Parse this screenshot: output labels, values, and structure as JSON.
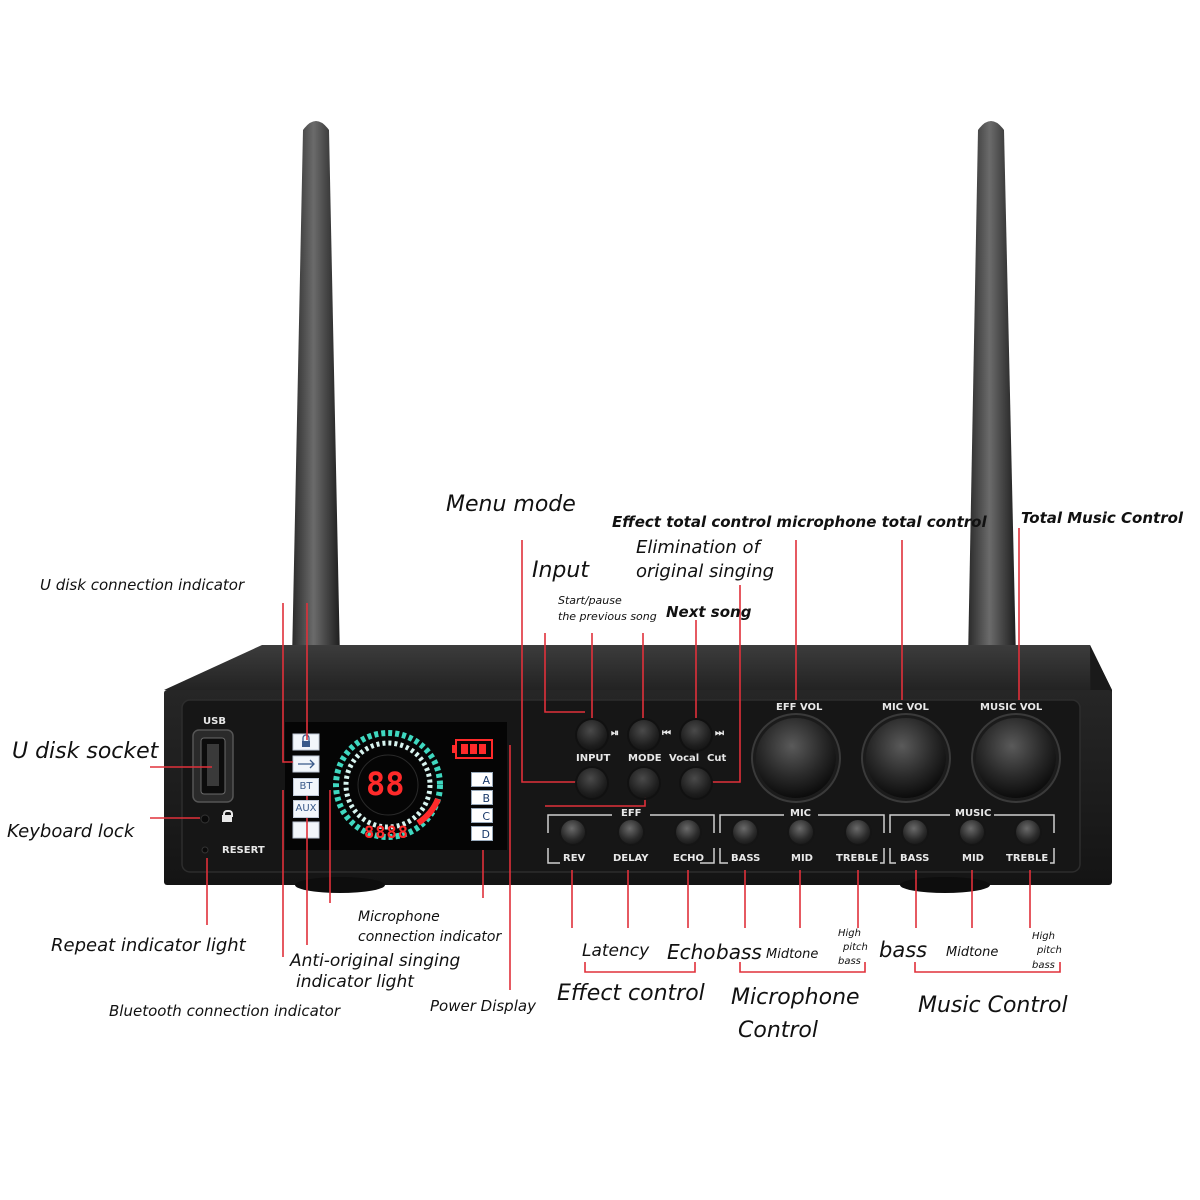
{
  "panel": {
    "usb": "USB",
    "resert": "RESERT",
    "lcd_main": "88",
    "lcd_small": "8888",
    "indicators": {
      "bt": "BT",
      "aux": "AUX"
    },
    "mic_channels": [
      "A",
      "B",
      "C",
      "D"
    ],
    "buttons": {
      "input": "INPUT",
      "mode": "MODE",
      "vocal": "Vocal",
      "cut": "Cut"
    },
    "button_icons": {
      "play": "⏯",
      "prev": "⏮",
      "next": "⏭"
    },
    "knob_labels": {
      "eff_vol": "EFF VOL",
      "mic_vol": "MIC VOL",
      "music_vol": "MUSIC VOL"
    },
    "groups": {
      "eff": {
        "title": "EFF",
        "knobs": [
          "REV",
          "DELAY",
          "ECHO"
        ]
      },
      "mic": {
        "title": "MIC",
        "knobs": [
          "BASS",
          "MID",
          "TREBLE"
        ]
      },
      "music": {
        "title": "MUSIC",
        "knobs": [
          "BASS",
          "MID",
          "TREBLE"
        ]
      }
    }
  },
  "annotations": {
    "menu_mode": "Menu mode",
    "effect_total": "Effect total control microphone total control",
    "total_music": "Total Music Control",
    "elimination_1": "Elimination of",
    "elimination_2": "original singing",
    "input": "Input",
    "start_pause_1": "Start/pause",
    "start_pause_2": "the previous song",
    "next_song": "Next song",
    "u_disk_indicator": "U disk connection indicator",
    "u_disk_socket": "U disk socket",
    "keyboard_lock": "Keyboard lock",
    "repeat_indicator": "Repeat indicator light",
    "microphone_connection_1": "Microphone",
    "microphone_connection_2": "connection indicator",
    "anti_original_1": "Anti-original singing",
    "anti_original_2": "indicator light",
    "bluetooth_connection": "Bluetooth connection indicator",
    "power_display": "Power Display",
    "latency": "Latency",
    "echo": "Echo",
    "bass_1": "bass",
    "midtone_1": "Midtone",
    "high_pitch_bass_1": [
      "High",
      "pitch",
      "bass"
    ],
    "bass_2": "bass",
    "midtone_2": "Midtone",
    "high_pitch_bass_2": [
      "High",
      "pitch",
      "bass"
    ],
    "effect_control": "Effect control",
    "microphone_control_1": "Microphone",
    "microphone_control_2": "Control",
    "music_control": "Music Control"
  },
  "colors": {
    "leader_lines": "#e0303a",
    "lcd_red": "#ff2a2a",
    "lcd_teal": "#3fd8c0",
    "panel_body": "#1b1b1b"
  }
}
